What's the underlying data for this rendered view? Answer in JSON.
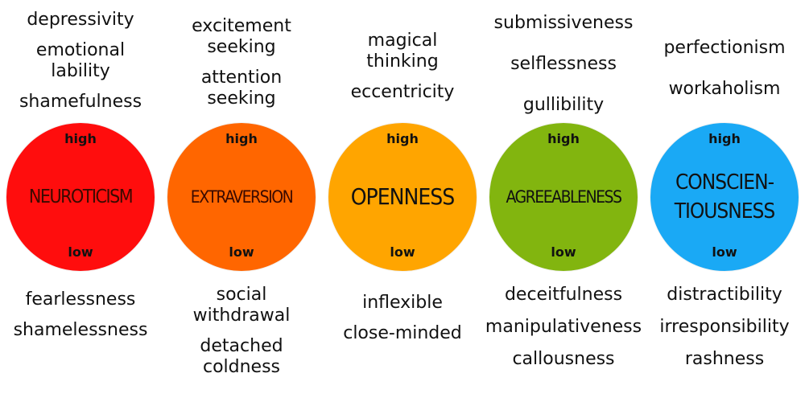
{
  "factors": [
    {
      "name": "NEUROTICISM",
      "color": "#ff0d0d",
      "high_label": "high",
      "low_label": "low",
      "high_traits": [
        "depressivity",
        "emotional\nlability",
        "shamefulness"
      ],
      "low_traits": [
        "fearlessness",
        "shamelessness"
      ]
    },
    {
      "name": "EXTRAVERSION",
      "color": "#ff6600",
      "high_label": "high",
      "low_label": "low",
      "high_traits": [
        "excitement\nseeking",
        "attention\nseeking"
      ],
      "low_traits": [
        "social\nwithdrawal",
        "detached\ncoldness"
      ]
    },
    {
      "name": "OPENNESS",
      "color": "#ffa500",
      "high_label": "high",
      "low_label": "low",
      "high_traits": [
        "magical\nthinking",
        "eccentricity"
      ],
      "low_traits": [
        "inflexible",
        "close-minded"
      ]
    },
    {
      "name": "AGREEABLENESS",
      "color": "#82b50f",
      "high_label": "high",
      "low_label": "low",
      "high_traits": [
        "submissiveness",
        "selflessness",
        "gullibility"
      ],
      "low_traits": [
        "deceitfulness",
        "manipulativeness",
        "callousness"
      ]
    },
    {
      "name": "CONSCIEN-\nTIOUSNESS",
      "color": "#1aa9f5",
      "high_label": "high",
      "low_label": "low",
      "high_traits": [
        "perfectionism",
        "workaholism"
      ],
      "low_traits": [
        "distractibility",
        "irresponsibility",
        "rashness"
      ]
    }
  ]
}
